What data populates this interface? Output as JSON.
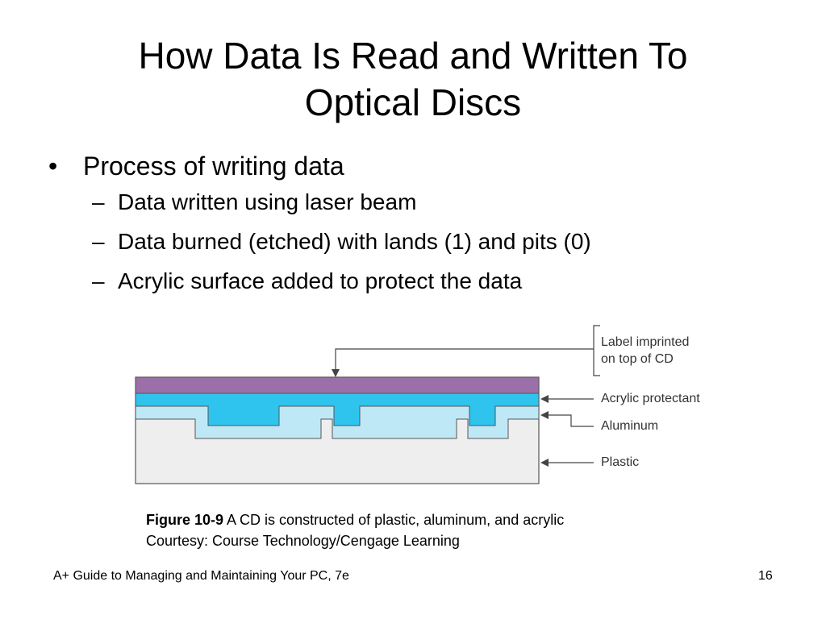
{
  "slide": {
    "title_line1": "How Data Is Read and Written To",
    "title_line2": "Optical Discs",
    "bullet_mark": "•",
    "sub_mark": "–",
    "bullets": [
      {
        "text": "Process of writing data",
        "sub": [
          "Data written using laser beam",
          "Data burned (etched) with lands (1) and pits (0)",
          "Acrylic surface added to protect the data"
        ]
      }
    ]
  },
  "figure": {
    "labels": {
      "label_line1": "Label imprinted",
      "label_line2": "on top of CD",
      "acrylic": "Acrylic protectant",
      "aluminum": "Aluminum",
      "plastic": "Plastic"
    },
    "colors": {
      "label_layer": "#9b6fa8",
      "acrylic_layer": "#2ec4ee",
      "aluminum_layer": "#bfe8f6",
      "plastic_layer": "#eeeeee",
      "outline": "#555555"
    }
  },
  "caption": {
    "figure_number": "Figure 10-9",
    "text": " A CD is constructed of plastic, aluminum, and acrylic",
    "credit": "Courtesy: Course Technology/Cengage Learning"
  },
  "footer": {
    "book": "A+ Guide to Managing and Maintaining Your PC, 7e",
    "page": "16"
  }
}
